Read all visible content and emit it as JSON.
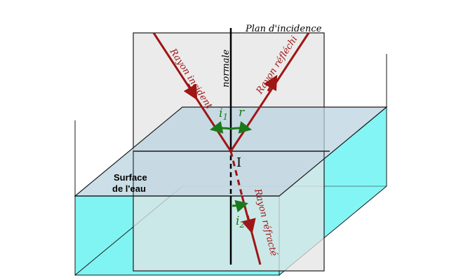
{
  "labels": {
    "plan": "Plan d'incidence",
    "normale": "normale",
    "rayon_incident": "Rayon incident",
    "rayon_reflechi": "Rayon réfléchi",
    "rayon_refracte": "Rayon réfracté",
    "surface_line1": "Surface",
    "surface_line2": "de l'eau",
    "point": "I",
    "i1_main": "i",
    "i1_sub": "1",
    "r": "r",
    "i2_main": "i",
    "i2_sub": "2"
  },
  "colors": {
    "ray": "#a01515",
    "angle": "#1a7a1a",
    "water": "#84f5f5",
    "water_front": "#7ff4f2",
    "surface": "#b9d3df",
    "plane": "#e4e4e4",
    "edge": "#1a1a1a"
  }
}
